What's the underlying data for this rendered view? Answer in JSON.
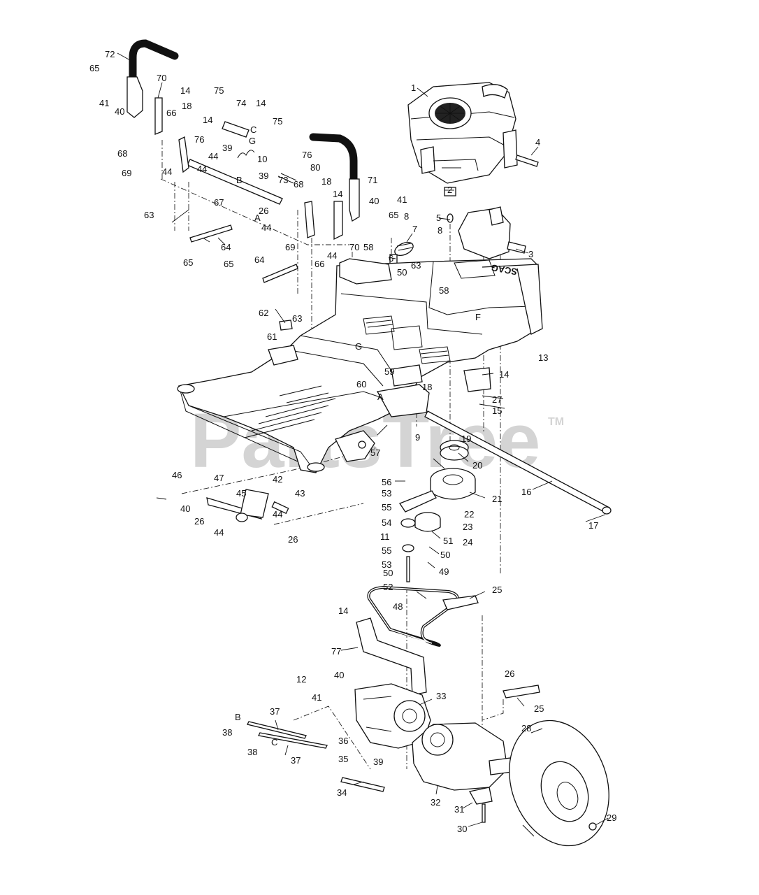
{
  "watermark": "PartsTree",
  "trademark": "TM",
  "brand_mark": "SCAG",
  "callouts": [
    {
      "n": "1"
    },
    {
      "n": "2"
    },
    {
      "n": "3"
    },
    {
      "n": "4"
    },
    {
      "n": "5"
    },
    {
      "n": "6"
    },
    {
      "n": "7"
    },
    {
      "n": "8"
    },
    {
      "n": "8"
    },
    {
      "n": "9"
    },
    {
      "n": "10"
    },
    {
      "n": "11"
    },
    {
      "n": "12"
    },
    {
      "n": "13"
    },
    {
      "n": "14"
    },
    {
      "n": "14"
    },
    {
      "n": "14"
    },
    {
      "n": "14"
    },
    {
      "n": "14"
    },
    {
      "n": "14"
    },
    {
      "n": "15"
    },
    {
      "n": "16"
    },
    {
      "n": "17"
    },
    {
      "n": "18"
    },
    {
      "n": "18"
    },
    {
      "n": "18"
    },
    {
      "n": "19"
    },
    {
      "n": "20"
    },
    {
      "n": "21"
    },
    {
      "n": "22"
    },
    {
      "n": "23"
    },
    {
      "n": "24"
    },
    {
      "n": "25"
    },
    {
      "n": "25"
    },
    {
      "n": "26"
    },
    {
      "n": "26"
    },
    {
      "n": "26"
    },
    {
      "n": "26"
    },
    {
      "n": "27"
    },
    {
      "n": "28"
    },
    {
      "n": "29"
    },
    {
      "n": "30"
    },
    {
      "n": "31"
    },
    {
      "n": "32"
    },
    {
      "n": "33"
    },
    {
      "n": "34"
    },
    {
      "n": "35"
    },
    {
      "n": "36"
    },
    {
      "n": "37"
    },
    {
      "n": "37"
    },
    {
      "n": "38"
    },
    {
      "n": "38"
    },
    {
      "n": "39"
    },
    {
      "n": "39"
    },
    {
      "n": "39"
    },
    {
      "n": "40"
    },
    {
      "n": "40"
    },
    {
      "n": "40"
    },
    {
      "n": "40"
    },
    {
      "n": "41"
    },
    {
      "n": "41"
    },
    {
      "n": "41"
    },
    {
      "n": "42"
    },
    {
      "n": "43"
    },
    {
      "n": "44"
    },
    {
      "n": "44"
    },
    {
      "n": "44"
    },
    {
      "n": "44"
    },
    {
      "n": "44"
    },
    {
      "n": "44"
    },
    {
      "n": "44"
    },
    {
      "n": "45"
    },
    {
      "n": "46"
    },
    {
      "n": "47"
    },
    {
      "n": "48"
    },
    {
      "n": "49"
    },
    {
      "n": "50"
    },
    {
      "n": "50"
    },
    {
      "n": "50"
    },
    {
      "n": "51"
    },
    {
      "n": "52"
    },
    {
      "n": "53"
    },
    {
      "n": "53"
    },
    {
      "n": "54"
    },
    {
      "n": "55"
    },
    {
      "n": "55"
    },
    {
      "n": "56"
    },
    {
      "n": "57"
    },
    {
      "n": "58"
    },
    {
      "n": "58"
    },
    {
      "n": "59"
    },
    {
      "n": "60"
    },
    {
      "n": "61"
    },
    {
      "n": "62"
    },
    {
      "n": "63"
    },
    {
      "n": "63"
    },
    {
      "n": "63"
    },
    {
      "n": "64"
    },
    {
      "n": "64"
    },
    {
      "n": "65"
    },
    {
      "n": "65"
    },
    {
      "n": "65"
    },
    {
      "n": "65"
    },
    {
      "n": "66"
    },
    {
      "n": "66"
    },
    {
      "n": "67"
    },
    {
      "n": "68"
    },
    {
      "n": "68"
    },
    {
      "n": "69"
    },
    {
      "n": "69"
    },
    {
      "n": "70"
    },
    {
      "n": "70"
    },
    {
      "n": "71"
    },
    {
      "n": "72"
    },
    {
      "n": "73"
    },
    {
      "n": "74"
    },
    {
      "n": "75"
    },
    {
      "n": "75"
    },
    {
      "n": "76"
    },
    {
      "n": "76"
    },
    {
      "n": "77"
    },
    {
      "n": "80"
    },
    {
      "n": "A"
    },
    {
      "n": "A"
    },
    {
      "n": "B"
    },
    {
      "n": "B"
    },
    {
      "n": "C"
    },
    {
      "n": "C"
    },
    {
      "n": "F"
    },
    {
      "n": "G"
    },
    {
      "n": "G"
    }
  ]
}
